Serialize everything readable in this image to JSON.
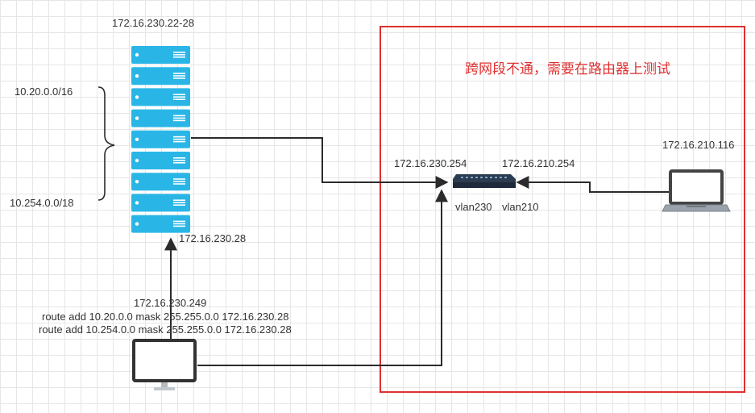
{
  "labels": {
    "server_range": "172.16.230.22-28",
    "subnet_top": "10.20.0.0/16",
    "subnet_bottom": "10.254.0.0/18",
    "server_ip": "172.16.230.28",
    "router_left_ip": "172.16.230.254",
    "router_right_ip": "172.16.210.254",
    "vlan_left": "vlan230",
    "vlan_right": "vlan210",
    "laptop_ip": "172.16.210.116",
    "pc_ip": "172.16.230.249",
    "route_1": "route add 10.20.0.0 mask 255.255.0.0 172.16.230.28",
    "route_2": "route add 10.254.0.0 mask 255.255.0.0 172.16.230.28",
    "note": "跨网段不通，需要在路由器上测试"
  },
  "colors": {
    "server": "#29b6e6",
    "line": "#2b2b2b",
    "highlight_box": "#e03030",
    "note_text": "#e03030",
    "router": "#2b3b50"
  },
  "icons": {
    "server_stack": "server-rack-icon",
    "router": "router-switch-icon",
    "laptop": "laptop-icon",
    "desktop": "desktop-monitor-icon",
    "brace": "curly-brace-icon"
  }
}
